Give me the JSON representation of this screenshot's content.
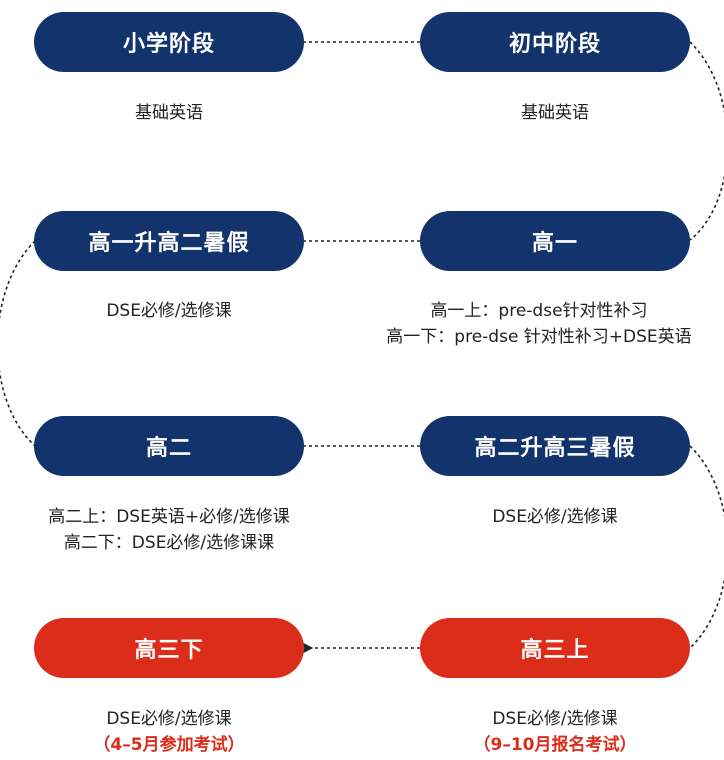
{
  "colors": {
    "primary_blue": "#12336b",
    "accent_red": "#dc2d1b",
    "text": "#222222"
  },
  "stages": [
    {
      "title": "小学阶段",
      "color": "blue",
      "desc": [
        "基础英语"
      ],
      "note": ""
    },
    {
      "title": "初中阶段",
      "color": "blue",
      "desc": [
        "基础英语"
      ],
      "note": ""
    },
    {
      "title": "高一",
      "color": "blue",
      "desc": [
        "高一上：pre-dse针对性补习",
        "高一下：pre-dse 针对性补习+DSE英语"
      ],
      "note": ""
    },
    {
      "title": "高一升高二暑假",
      "color": "blue",
      "desc": [
        "DSE必修/选修课"
      ],
      "note": ""
    },
    {
      "title": "高二",
      "color": "blue",
      "desc": [
        "高二上：DSE英语+必修/选修课",
        "高二下：DSE必修/选修课课"
      ],
      "note": ""
    },
    {
      "title": "高二升高三暑假",
      "color": "blue",
      "desc": [
        "DSE必修/选修课"
      ],
      "note": ""
    },
    {
      "title": "高三上",
      "color": "red",
      "desc": [
        "DSE必修/选修课"
      ],
      "note": "（9–10月报名考试）"
    },
    {
      "title": "高三下",
      "color": "red",
      "desc": [
        "DSE必修/选修课"
      ],
      "note": "（4–5月参加考试）"
    }
  ]
}
